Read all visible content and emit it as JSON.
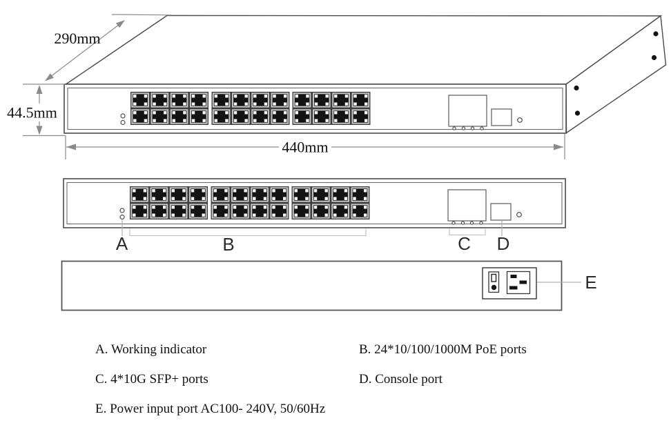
{
  "dimensions": {
    "depth": "290mm",
    "height": "44.5mm",
    "width": "440mm"
  },
  "callouts": {
    "a": "A",
    "b": "B",
    "c": "C",
    "d": "D",
    "e": "E"
  },
  "legend": {
    "a": "A. Working indicator",
    "b": "B. 24*10/100/1000M PoE ports",
    "c": "C. 4*10G SFP+ ports",
    "d": "D. Console port",
    "e": "E. Power input port AC100- 240V, 50/60Hz"
  },
  "ports": {
    "groups": 3,
    "columns": 4,
    "rows": 2
  },
  "colors": {
    "outline": "#4a4a4a",
    "dim_line": "#8a8a8a",
    "leader_line": "#b0b0b0",
    "port_group_frame": "#3c3c3c",
    "port_border": "#c6c6c6",
    "port_dark": "#141414",
    "port_corner": "#f7f7f7",
    "hole_fill": "#141414"
  }
}
